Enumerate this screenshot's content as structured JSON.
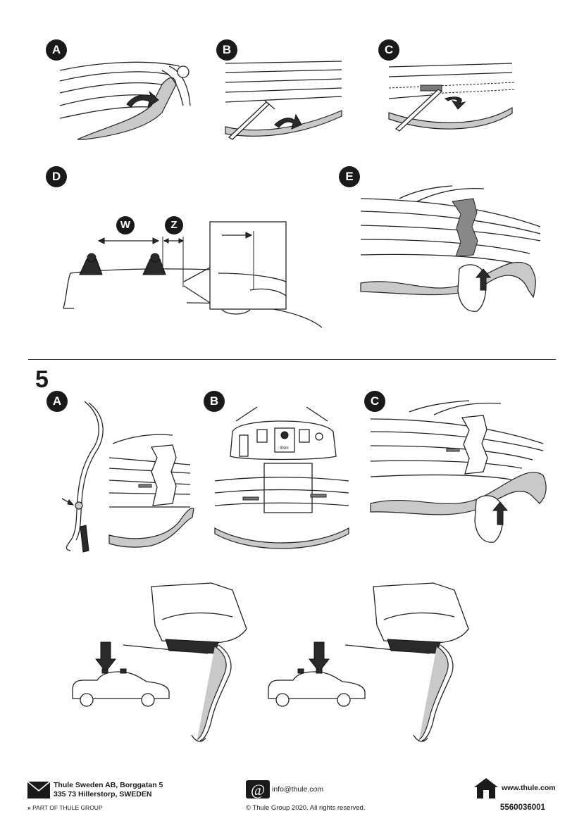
{
  "step4_labels": {
    "a": "A",
    "b": "B",
    "c": "C",
    "d": "D",
    "e": "E"
  },
  "dimension_labels": {
    "w": "W",
    "z": "Z"
  },
  "step5": {
    "number": "5",
    "a": "A",
    "b": "B",
    "c": "C"
  },
  "torque_label": "3Nm",
  "footer": {
    "company_line1": "Thule Sweden AB, Borggatan 5",
    "company_line2": "335 73 Hillerstorp, SWEDEN",
    "part_of": "PART OF THULE GROUP",
    "email": "info@thule.com",
    "copyright": "© Thule Group 2020. All rights reserved.",
    "website": "www.thule.com",
    "doc_number": "5560036001"
  },
  "icons": [
    "mail-icon",
    "at-icon",
    "home-icon",
    "chevron-right-icon"
  ]
}
